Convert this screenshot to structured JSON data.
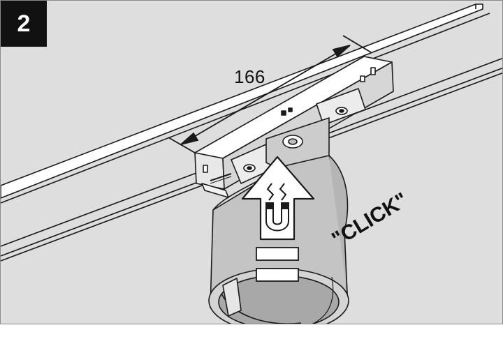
{
  "step": {
    "number": "2"
  },
  "dimension": {
    "value": "166"
  },
  "annotation": {
    "click": "\"CLICK\""
  },
  "colors": {
    "background": "#dedede",
    "badge": "#111111",
    "line": "#1a1a1a",
    "housing": "#cfcfcf",
    "arrow_fill": "#ffffff"
  },
  "icons": [
    "magnet-icon",
    "up-arrow-icon",
    "magnetic-force-icon"
  ]
}
